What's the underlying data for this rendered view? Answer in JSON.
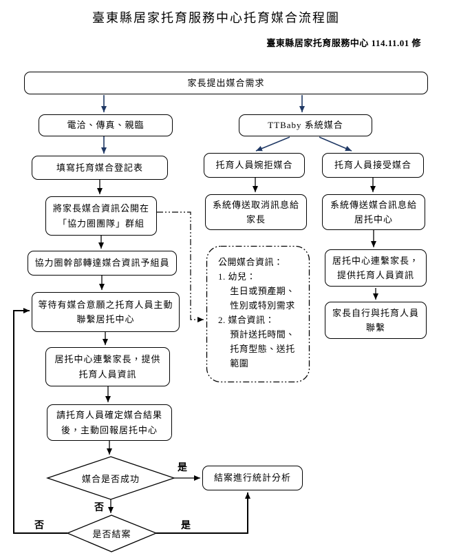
{
  "header": {
    "title": "臺東縣居家托育服務中心托育媒合流程圖",
    "revision": "臺東縣居家托育服務中心 114.11.01 修"
  },
  "colors": {
    "navy_arrow": "#1F3864",
    "black_line": "#000000"
  },
  "nodes": {
    "parent_request": "家長提出媒合需求",
    "contact_methods": "電洽、傳真、親臨",
    "ttbaby": "TTBaby 系統媒合",
    "fill_form": "填寫托育媒合登記表",
    "decline": "托育人員婉拒媒合",
    "accept": "托育人員接受媒合",
    "publish": "將家長媒合資訊公開在\n「協力圈團隊」群組",
    "send_cancel": "系統傳送取消訊息給\n家長",
    "send_match": "系統傳送媒合訊息給\n居托中心",
    "relay": "協力圈幹部轉達媒合資訊予組員",
    "wait": "等待有媒合意願之托育人員主動\n聯繫居托中心",
    "right_contact": "居托中心連繫家長，\n提供托育人員資訊",
    "parent_self": "家長自行與托育人員\n聯繫",
    "left_contact": "居托中心連繫家長，提供\n托育人員資訊",
    "confirm": "請托育人員確定媒合結果\n後，主動回報居托中心",
    "diamond_success": "媒合是否成功",
    "close_case": "結案進行統計分析",
    "diamond_close": "是否結案"
  },
  "info_box": {
    "text": "公開媒合資訊：\n1. 幼兒：\n　 生日或預產期、\n　 性別或特別需求\n2. 媒合資訊：\n　 預計送托時間、\n　 托育型態、送托\n　 範圍"
  },
  "labels": {
    "yes_success": "是",
    "no_success": "否",
    "no_close": "否",
    "yes_close": "是"
  }
}
